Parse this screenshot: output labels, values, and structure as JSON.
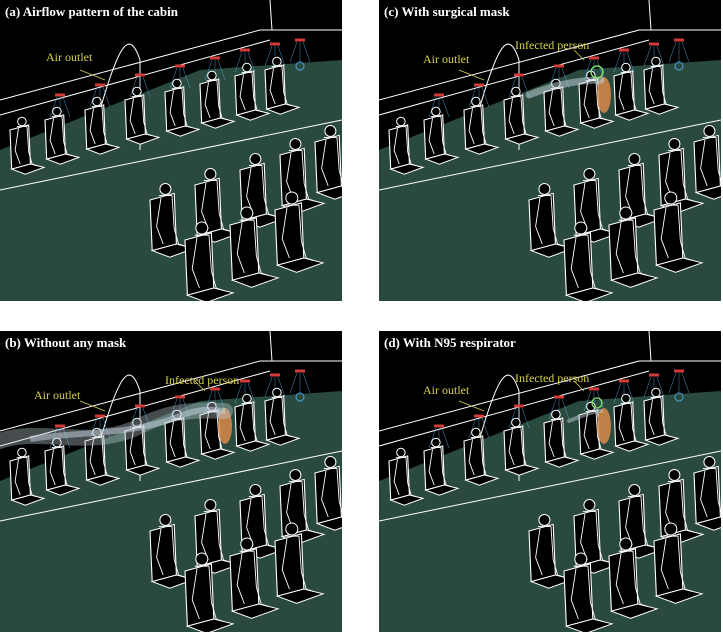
{
  "colors": {
    "background": "#000000",
    "floor": "#2a4a40",
    "line": "#ffffff",
    "outlet": "#d33a3a",
    "airflow": "#4aa8e0",
    "label": "#d8d24a",
    "infected": "#d9894a",
    "plume": "#c8d8e0"
  },
  "panels": [
    {
      "key": "a",
      "title": "(a) Airflow pattern of the cabin",
      "air_outlet": "Air outlet",
      "infected": null,
      "plume": "none"
    },
    {
      "key": "c",
      "title": "(c) With surgical mask",
      "air_outlet": "Air outlet",
      "infected": "Infected person",
      "plume": "small"
    },
    {
      "key": "b",
      "title": "(b) Without any mask",
      "air_outlet": "Air outlet",
      "infected": "Infected person",
      "plume": "large"
    },
    {
      "key": "d",
      "title": "(d) With N95 respirator",
      "air_outlet": "Air outlet",
      "infected": "Infected person",
      "plume": "tiny"
    }
  ]
}
